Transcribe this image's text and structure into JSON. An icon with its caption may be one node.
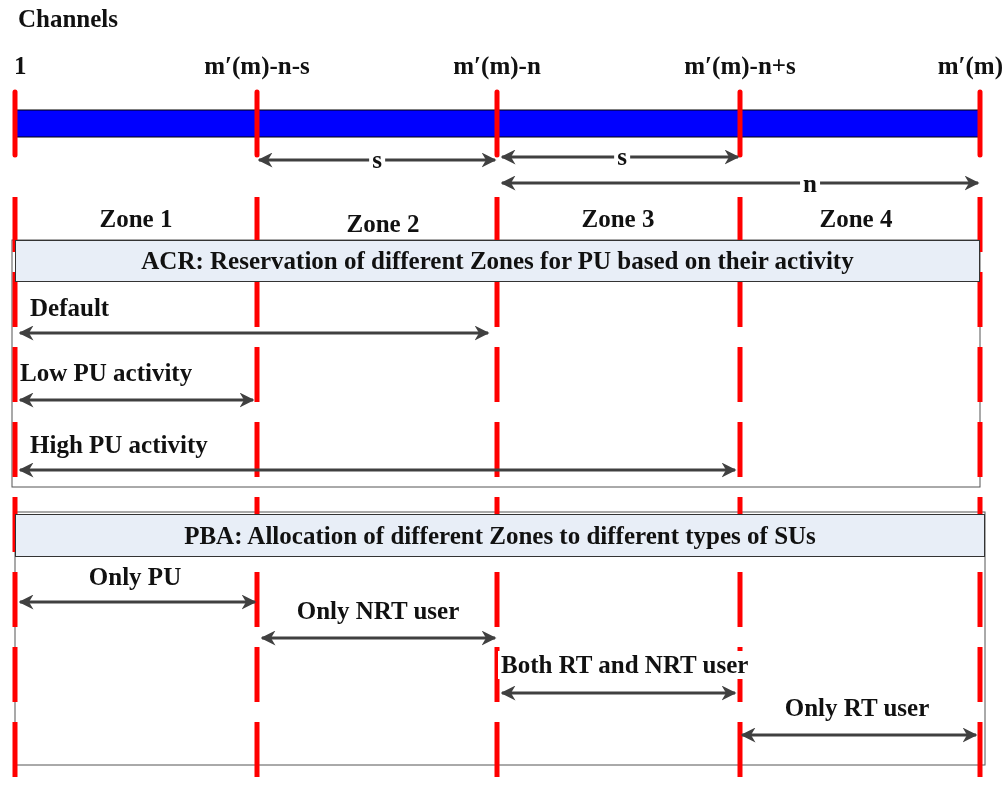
{
  "diagram": {
    "nodes": [
      {
        "text": [
          "ACR: Reservation of different Zones for PU based on their activity"
        ]
      },
      {
        "text": [
          "PBA: Allocation of different Zones to different types of SUs"
        ]
      },
      {
        "text": [],
        "shape": "bar"
      }
    ],
    "labels": [
      "Channels",
      "1",
      "m′(m)-n-s",
      "m′(m)-n",
      "m′(m)-n+s",
      "m′(m)",
      "s",
      "s",
      "n",
      "Zone 1",
      "Zone 2",
      "Zone 3",
      "Zone 4",
      "Default",
      "Low PU activity",
      "High PU activity",
      "Only PU",
      "Only NRT user",
      "Both RT and NRT user",
      "Only RT user"
    ]
  }
}
